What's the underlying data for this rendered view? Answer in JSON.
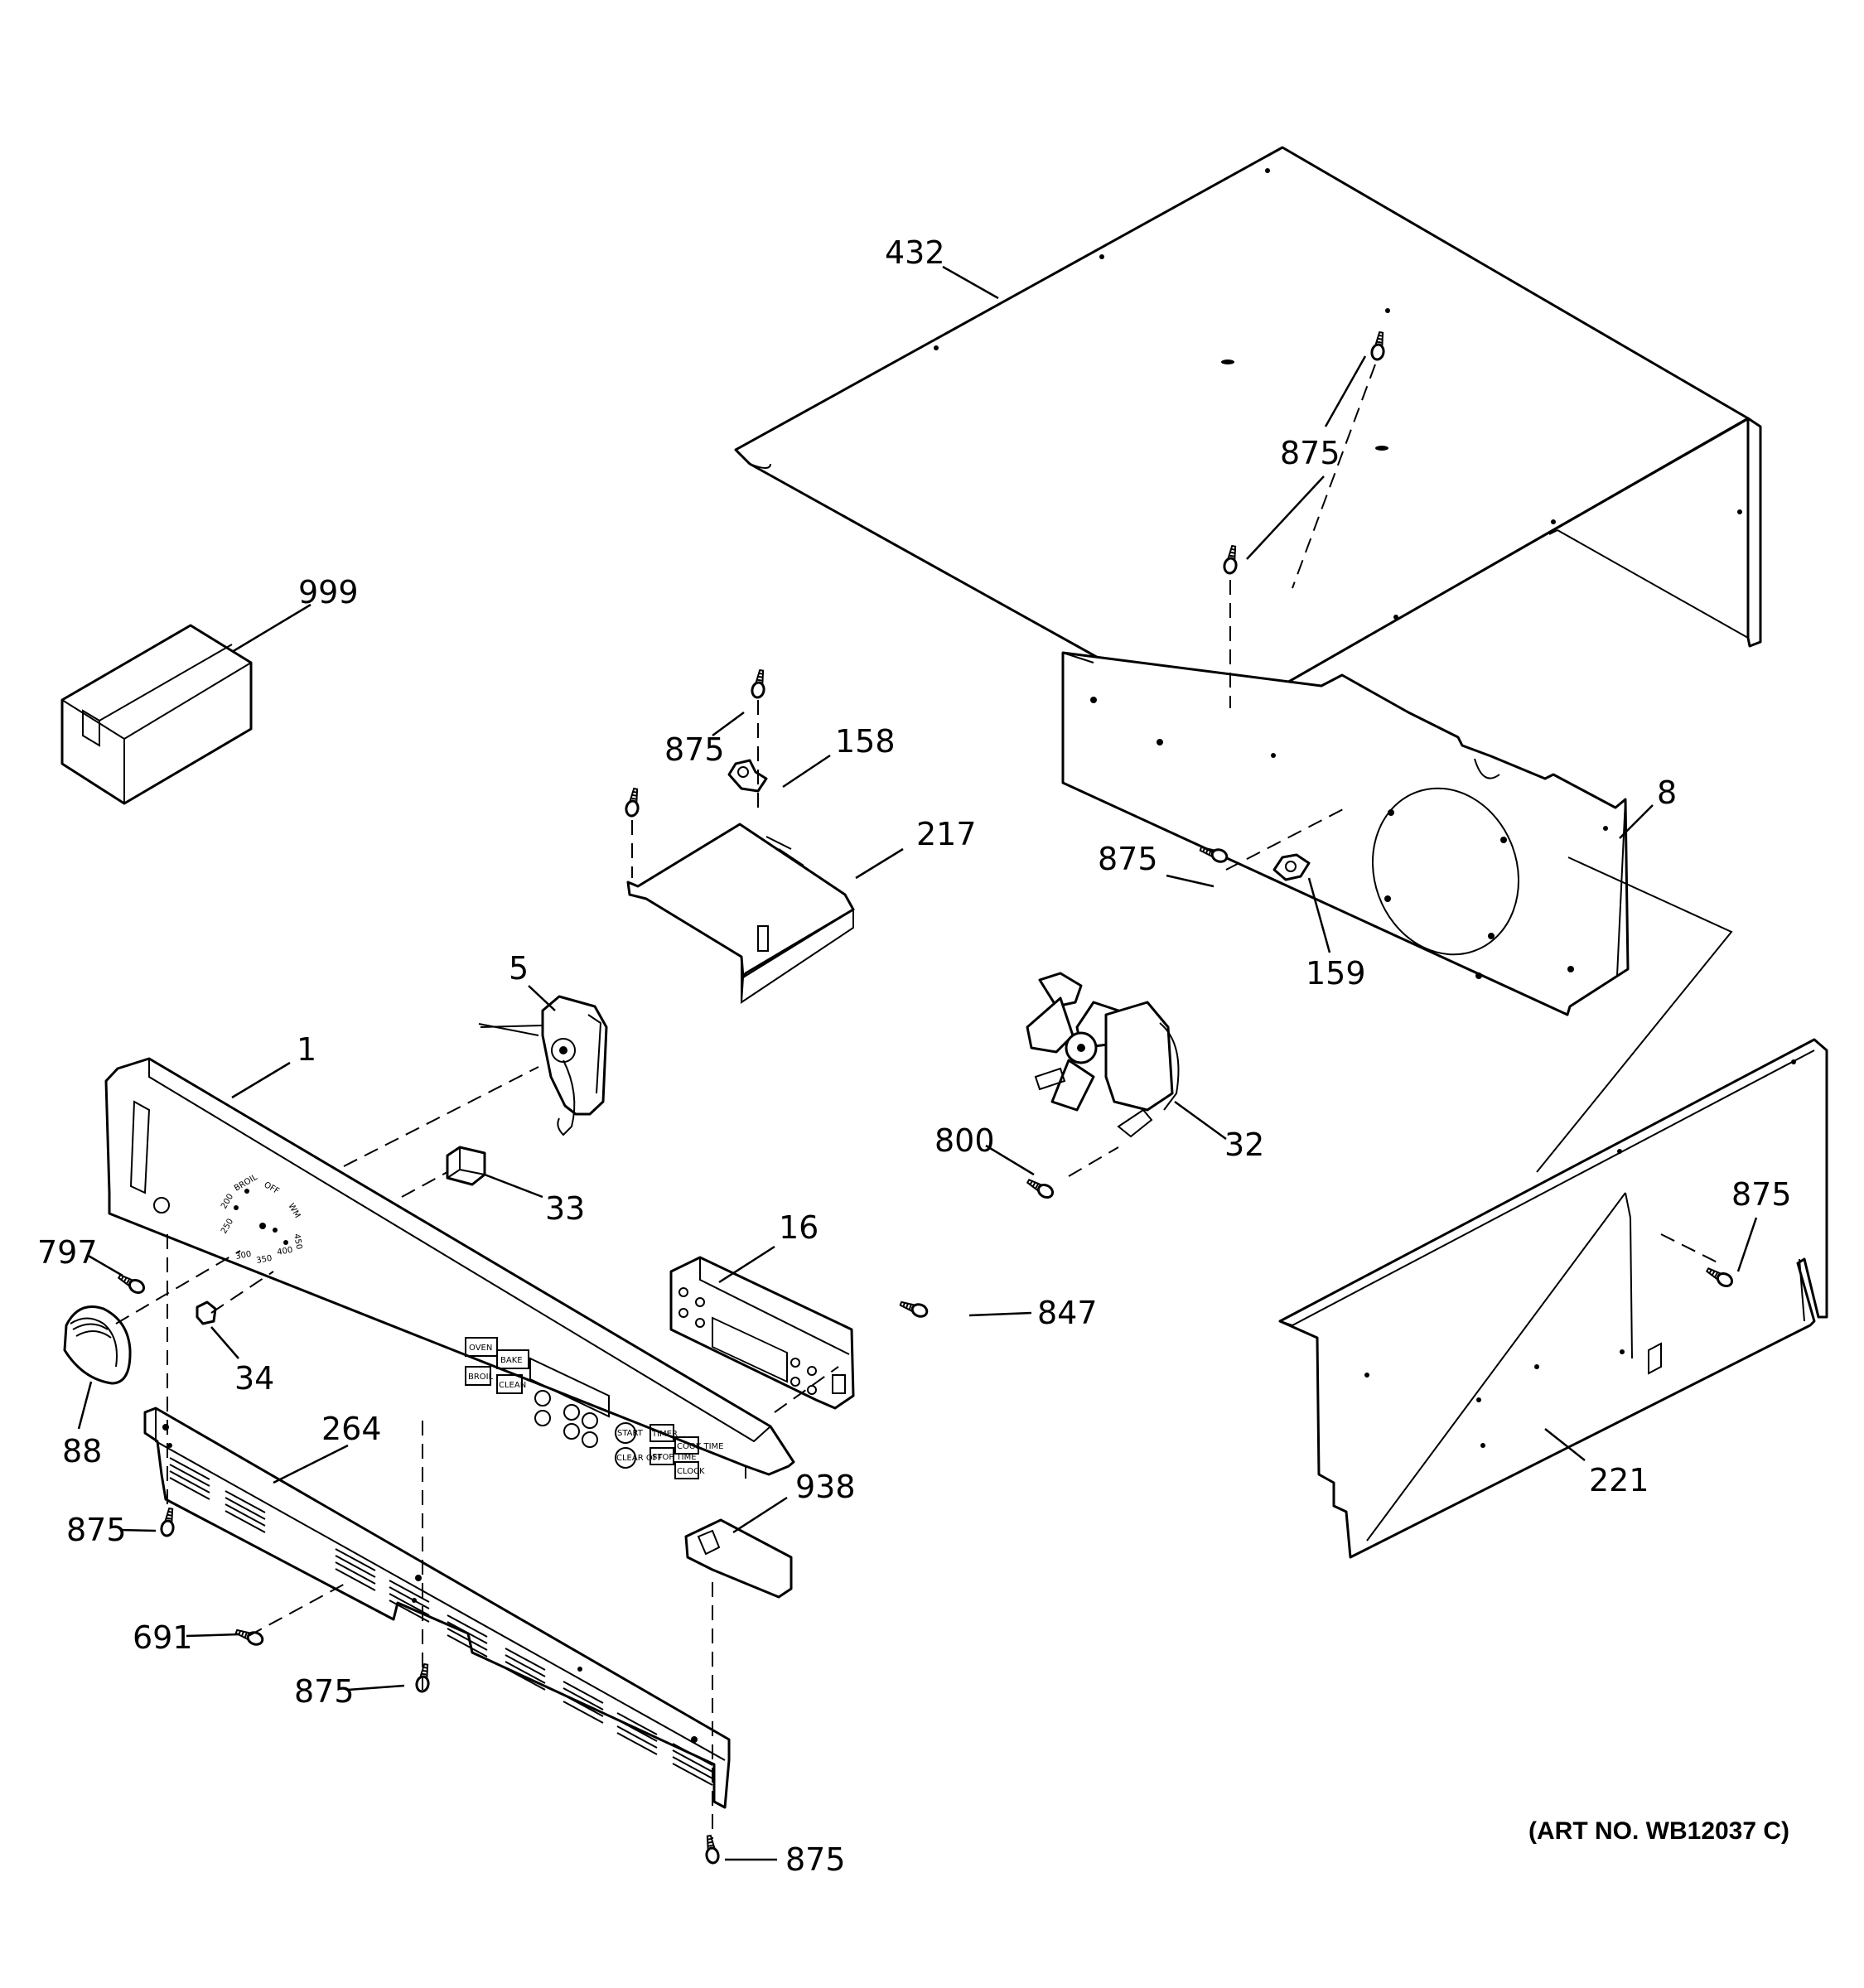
{
  "callouts": [
    {
      "id": "c432",
      "text": "432"
    },
    {
      "id": "c875_top",
      "text": "875"
    },
    {
      "id": "c999",
      "text": "999"
    },
    {
      "id": "c875_bracket",
      "text": "875"
    },
    {
      "id": "c158",
      "text": "158"
    },
    {
      "id": "c217",
      "text": "217"
    },
    {
      "id": "c8",
      "text": "8"
    },
    {
      "id": "c875_shield",
      "text": "875"
    },
    {
      "id": "c159",
      "text": "159"
    },
    {
      "id": "c5",
      "text": "5"
    },
    {
      "id": "c1",
      "text": "1"
    },
    {
      "id": "c32",
      "text": "32"
    },
    {
      "id": "c800",
      "text": "800"
    },
    {
      "id": "c33",
      "text": "33"
    },
    {
      "id": "c16",
      "text": "16"
    },
    {
      "id": "c875_right",
      "text": "875"
    },
    {
      "id": "c797",
      "text": "797"
    },
    {
      "id": "c847",
      "text": "847"
    },
    {
      "id": "c34",
      "text": "34"
    },
    {
      "id": "c88",
      "text": "88"
    },
    {
      "id": "c264",
      "text": "264"
    },
    {
      "id": "c938",
      "text": "938"
    },
    {
      "id": "c221",
      "text": "221"
    },
    {
      "id": "c875_left",
      "text": "875"
    },
    {
      "id": "c691",
      "text": "691"
    },
    {
      "id": "c875_mid",
      "text": "875"
    },
    {
      "id": "c875_bottom",
      "text": "875"
    }
  ],
  "art_number": "(ART NO. WB12037 C)",
  "panel_text": {
    "dial_labels": [
      "BROIL",
      "OFF",
      "WM",
      "450",
      "400",
      "350",
      "300",
      "250",
      "200"
    ],
    "button_labels": [
      "OVEN",
      "BAKE",
      "BROIL",
      "CLEAN",
      "START",
      "CLEAR OFF",
      "TIMER",
      "COOK TIME",
      "STOP TIME",
      "CLOCK"
    ]
  }
}
